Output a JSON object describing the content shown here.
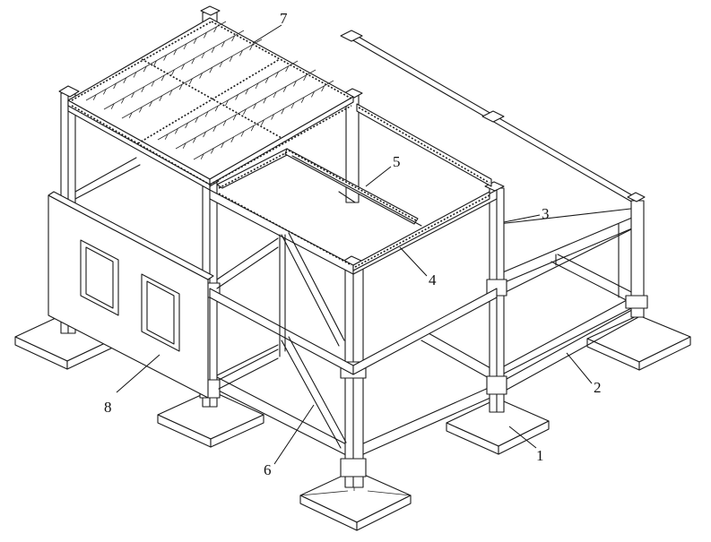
{
  "callouts": [
    {
      "id": "c1",
      "label": "1"
    },
    {
      "id": "c2",
      "label": "2"
    },
    {
      "id": "c3",
      "label": "3"
    },
    {
      "id": "c4",
      "label": "4"
    },
    {
      "id": "c5",
      "label": "5"
    },
    {
      "id": "c6",
      "label": "6"
    },
    {
      "id": "c7",
      "label": "7"
    },
    {
      "id": "c8",
      "label": "8"
    }
  ]
}
